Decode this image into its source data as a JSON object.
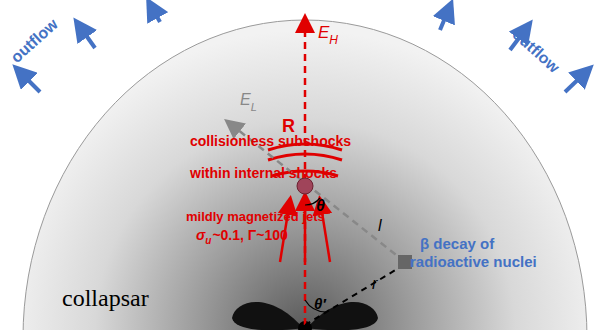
{
  "diagram": {
    "labels": [
      "outflow",
      "outflow",
      "E",
      "H",
      "E",
      "L",
      "θ",
      "l",
      "R",
      "collisionless subshocks",
      "within internal shocks",
      "mildly magnetized jets",
      "σ",
      "u",
      "~0.1, Γ~100",
      "β decay of",
      "radioactive nuclei",
      "r",
      "θ′",
      "collapsar"
    ]
  }
}
